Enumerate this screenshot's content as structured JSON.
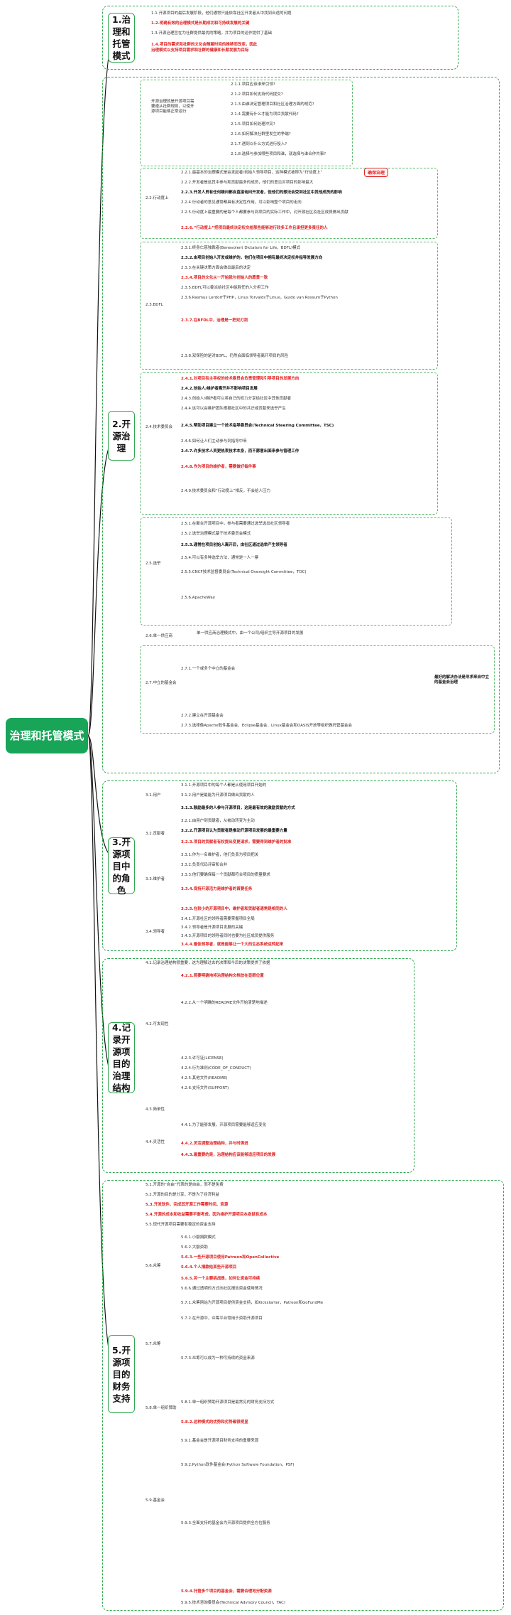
{
  "root": "治理和托管模式",
  "sections": [
    {
      "title": "1.治理和托管模式",
      "lines": [
        {
          "t": "1.1.开源项目的最后发展阶段，他们通常只能依靠社区开发者从中找到合适的问题",
          "s": "n"
        },
        {
          "t": "1.2.明确有效的治理模式是长期成功和可持续发展的关键",
          "s": "r"
        },
        {
          "t": "1.3.开源治理旨在为社群提供最优的策略，并为项目的运作提供了基础",
          "s": "n"
        },
        {
          "t": "1.4.项目的需求和社群的文化会随着时间的推移而改变，因此",
          "s": "r"
        },
        {
          "t": "治理模式以支持项目需求和社群的健康和长期发展为目标",
          "s": "r"
        }
      ]
    },
    {
      "title": "2.开源治理",
      "intro": "开源治理就是开源项目需要遵从社群规则，以使开源项目能够正常运行",
      "q": [
        "2.1.1.项目应该谁来引领?",
        "2.1.2.项目如何支持代码提交?",
        "2.1.3.由谁决定管理项目和社区治理方面的规范?",
        "2.1.4.需要有什么才能为项目贡献代码?",
        "2.1.5.项目如何处理冲突?",
        "2.1.6.如何解决社群里发生的争端?",
        "2.1.7.遇到以什么方式进行投入?",
        "2.1.8.选择与参加哪些项目和谁，就选择与谁合作共事?"
      ],
      "s22": {
        "label": "2.2.行动度上",
        "items": [
          {
            "t": "2.2.1.最基本的治理模式是由发起者/创始人领导项目，这种模式被称为“行动度上”",
            "s": "n"
          },
          {
            "t": "2.2.2.开发者是这其中参与和贡献最多的成员，他们的意见对项目的影响最大",
            "s": "n"
          },
          {
            "t": "2.2.3.开发人员有任何疑问都会直接询问开发者，但他们的想法会受到社区中其他成员的影响",
            "s": "b"
          },
          {
            "t": "2.2.4.行动者的意见通常都具有决定性作用，可以影响整个项目的走向",
            "s": "n"
          },
          {
            "t": "2.2.5.行动度上最重要的是每个人都要参与到项目的实际工作中，对开源社区及社区成员做出贡献",
            "s": "n"
          },
          {
            "t": "2.2.6.“行动度上”把项目最终决定权交给那些能够进行较多工作且承担更多责任的人",
            "s": "r"
          }
        ],
        "tag": "确保治理"
      },
      "s23": {
        "label": "2.3.BDFL",
        "items": [
          {
            "t": "2.3.1.终身仁慈独裁者(Benevolent Dictators for Life，BDFL)模式",
            "s": "n"
          },
          {
            "t": "2.3.2.由项目创始人开发或维护的，他们在项目中拥有最终决定权并指导发展方向",
            "s": "b"
          },
          {
            "t": "2.3.3.在关键决策方面会做出最后的决定",
            "s": "n"
          },
          {
            "t": "2.3.4.项目的文化从一开始就与创始人的愿景一致",
            "s": "r"
          },
          {
            "t": "2.3.5.BDFL可以委派给社区中能胜任的人分担工作",
            "s": "n"
          },
          {
            "t": "2.3.6.Rasmus Lerdorf于PHP，Linus Torvalds于Linux，Guido van Rossum于Python",
            "s": "n"
          },
          {
            "t": "2.3.7.在BFDL中，治理是一把双刃剑",
            "s": "r"
          },
          {
            "t": "2.3.8.双保险的是对BDFL，仍然会面临领导者离开项目的风险",
            "s": "n"
          }
        ]
      },
      "s24": {
        "label": "2.4.技术委员会",
        "items": [
          {
            "t": "2.4.1.对项目有主导权的技术委员会负责管理和引导项目的发展方向",
            "s": "r"
          },
          {
            "t": "2.4.2.创始人/维护者离开并不影响项目发展",
            "s": "b"
          },
          {
            "t": "2.4.3.创始人/维护者可以将自己的权力分享给社区中其他贡献者",
            "s": "n"
          },
          {
            "t": "2.4.4.这可以由维护团队根据社区中的共识或贡献来选举产生",
            "s": "n"
          },
          {
            "t": "2.4.5.帮助项目建立一个技术指导委员会(Technical Steering Committee，TSC)",
            "s": "b"
          },
          {
            "t": "2.4.6.如何让人们主动参与到指导中来",
            "s": "n"
          },
          {
            "t": "2.4.7.许多技术人员更热衷技术本身，而不愿意出面来参与管理工作",
            "s": "b"
          },
          {
            "t": "2.4.8.作为项目的维护者，需要做好每件事",
            "s": "r"
          },
          {
            "t": "2.4.9.技术委员会和“行动度上”相反，不会给人压力",
            "s": "n"
          }
        ]
      },
      "s25": {
        "label": "2.5.选举",
        "items": [
          {
            "t": "2.5.1.在聚合开源项目中，参与者需要通过选举选出社区领导者",
            "s": "n"
          },
          {
            "t": "2.5.2.选举治理模式基于技术委员会模式",
            "s": "n"
          },
          {
            "t": "2.5.3.通常在项目创始人离开后，由社区通过选举产生领导者",
            "s": "b"
          },
          {
            "t": "2.5.4.可以有多种选举方法，通常是一人一票",
            "s": "n"
          },
          {
            "t": "2.5.5.CNCF技术监督委员会(Technical Oversight Committee，TOC)",
            "s": "n"
          },
          {
            "t": "2.5.6.ApacheWay",
            "s": "n"
          }
        ]
      },
      "s26": {
        "label": "2.6.单一供应商",
        "t": "单一供应商治理模式中，由一个公司/组织主导开源项目的发展"
      },
      "s27": {
        "label": "2.7.中立的基金会",
        "items": [
          {
            "t": "2.7.1.一个或多个中立的基金会",
            "s": "n"
          },
          {
            "t": "2.7.2.建立在开源基金会",
            "s": "n"
          },
          {
            "t": "2.7.3.选择像Apache软件基金会、Eclipse基金会、Linux基金会和OASIS开放等组织做托管基金会",
            "s": "n"
          }
        ],
        "note": "最好的解决办法是寻求来自中立的基金会治理"
      }
    },
    {
      "title": "3.开源项目中的角色",
      "groups": [
        {
          "label": "3.1.用户",
          "items": [
            {
              "t": "3.1.1.开源项目中的每个人都是从使用项目开始的",
              "s": "n"
            },
            {
              "t": "3.1.2.用户是最能为开源项目做出贡献的人",
              "s": "n"
            },
            {
              "t": "3.1.3.鼓励最多的人参与开源项目，这是最有效的激励贡献的方式",
              "s": "b"
            }
          ]
        },
        {
          "label": "3.2.贡献者",
          "items": [
            {
              "t": "3.2.1.由用户到贡献者，从被动转变为主动",
              "s": "n"
            },
            {
              "t": "3.2.2.开源项目认为贡献者是推动开源项目发展的最重要力量",
              "s": "b"
            },
            {
              "t": "3.2.3.项目的贡献者有权提出变更请求，需要得到维护者的批准",
              "s": "r"
            }
          ]
        },
        {
          "label": "3.3.维护者",
          "items": [
            {
              "t": "3.3.1.作为一名维护者，他们负责为项目把关",
              "s": "n"
            },
            {
              "t": "3.3.2.负责代码评审和合并",
              "s": "n"
            },
            {
              "t": "3.3.3.他们要确保每一个贡献都符合项目的质量要求",
              "s": "n"
            },
            {
              "t": "3.3.4.保持开源活力是维护者的首要任务",
              "s": "r"
            },
            {
              "t": "3.3.5.在较小的开源项目中，维护者和贡献者通常是相同的人",
              "s": "r"
            }
          ]
        },
        {
          "label": "3.4.领导者",
          "items": [
            {
              "t": "3.4.1.开源社区的领导者需要掌握项目全局",
              "s": "n"
            },
            {
              "t": "3.4.2.领导者是开源项目发展的关键",
              "s": "n"
            },
            {
              "t": "3.4.3.开源项目的领导者同时也要为社区成员提供服务",
              "s": "n"
            },
            {
              "t": "3.4.4.最佳领导者，就是能够让一个大的生态系统运转起来",
              "s": "r"
            }
          ]
        }
      ]
    },
    {
      "title": "4.记录开源项目的治理结构",
      "intro": "4.1.记录治理结构很重要，这为理解过去的决策和今后的决策提供了依据",
      "groups": [
        {
          "label": "4.2.可发现性",
          "items": [
            {
              "t": "4.2.1.简要明确地将治理结构文档放在显眼位置",
              "s": "r"
            },
            {
              "t": "4.2.2.从一个明确的README文件开始清楚地描述",
              "s": "n"
            },
            {
              "t": "4.2.3.许可证(LICENSE)",
              "s": "n"
            },
            {
              "t": "4.2.4.行为准则(CODE_OF_CONDUCT)",
              "s": "n"
            },
            {
              "t": "4.2.5.其他文件(README)",
              "s": "n"
            },
            {
              "t": "4.2.6.支持文件(SUPPORT)",
              "s": "n"
            }
          ]
        },
        {
          "label": "4.3.简单性",
          "items": []
        },
        {
          "label": "4.4.灵活性",
          "items": [
            {
              "t": "4.4.1.为了能够发展，开源项目需要能够适应变化",
              "s": "n"
            },
            {
              "t": "4.4.2.灵活调整治理结构，并与时俱进",
              "s": "r"
            },
            {
              "t": "4.4.3.最重要的是，治理结构应该能够适应项目的发展",
              "s": "r"
            }
          ]
        }
      ]
    },
    {
      "title": "5.开源项目的财务支持",
      "intro": [
        {
          "t": "5.1.开源的“自由”代表的是自由，而不是免费",
          "s": "n"
        },
        {
          "t": "5.2.开源的目的是分享，不是为了经济利益",
          "s": "n"
        },
        {
          "t": "5.3.开发软件、完成其开源工作需要时间、资源",
          "s": "r"
        },
        {
          "t": "5.4.开源的成本和收益需要平衡考虑，因为维护开源项目本身就有成本",
          "s": "r"
        },
        {
          "t": "5.5.现代开源项目需要有稳定的资金支持",
          "s": "n"
        }
      ],
      "groups": [
        {
          "label": "5.6.众筹",
          "items": [
            {
              "t": "5.6.1.小额捐款模式",
              "s": "n"
            },
            {
              "t": "5.6.2.大额资助",
              "s": "n"
            },
            {
              "t": "5.6.3.一些开源项目使用Patreon和OpenCollective",
              "s": "r"
            },
            {
              "t": "5.6.4.个人捐款给某些开源项目",
              "s": "r"
            },
            {
              "t": "5.6.5.另一个主要挑战是，如何让资金可持续",
              "s": "r"
            },
            {
              "t": "5.6.6.通过透明的方式向社区报告资金使用情况",
              "s": "n"
            }
          ]
        },
        {
          "label": "5.7.众筹",
          "items": [
            {
              "t": "5.7.1.众筹网站为开源项目提供资金支持，如Kickstarter，Patreon和GoFundMe",
              "s": "n"
            },
            {
              "t": "5.7.2.在开源中，众筹平台常用于资助开源项目",
              "s": "n"
            },
            {
              "t": "5.7.3.众筹可以成为一种可持续的资金来源",
              "s": "n"
            }
          ]
        },
        {
          "label": "5.8.单一组织赞助",
          "items": [
            {
              "t": "5.8.1.单一组织赞助开源项目是最常见的财务支持方式",
              "s": "n"
            },
            {
              "t": "5.8.2.这种模式的优势和劣势都很明显",
              "s": "r"
            }
          ]
        },
        {
          "label": "5.9.基金会",
          "items": [
            {
              "t": "5.9.1.基金会是开源项目财务支持的重要来源",
              "s": "n"
            },
            {
              "t": "5.9.2.Python软件基金会(Python Software Foundation，PSF)",
              "s": "n"
            },
            {
              "t": "5.9.3.全面支持的基金会为开源项目提供全方位服务",
              "s": "n"
            },
            {
              "t": "5.9.4.托管多个项目的基金会，需要合理地分配资源",
              "s": "r"
            },
            {
              "t": "5.9.5.技术咨询委员会(Technical Advisory Council，TAC)",
              "s": "n"
            }
          ]
        }
      ]
    }
  ]
}
